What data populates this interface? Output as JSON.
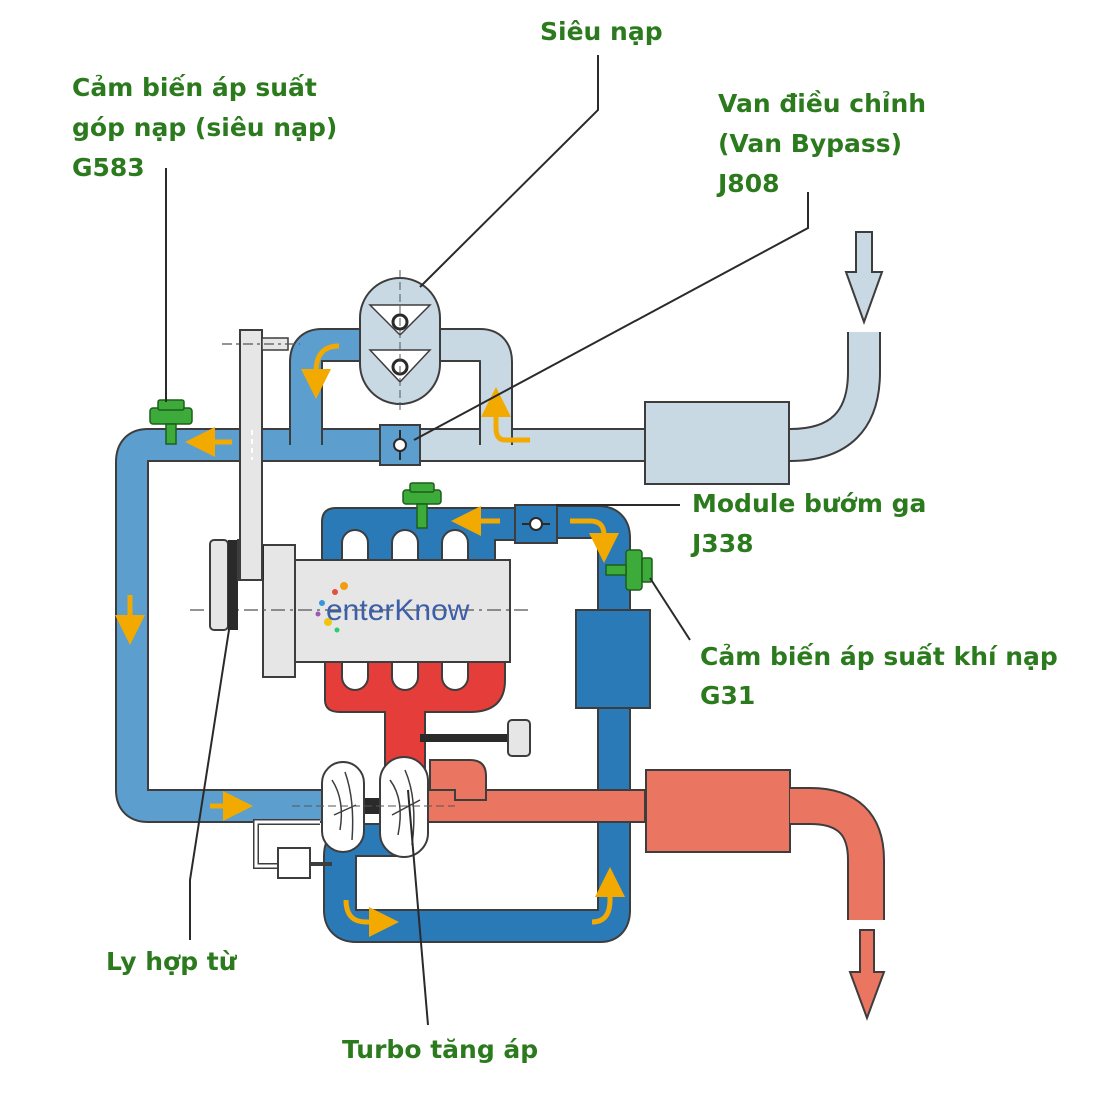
{
  "labels": {
    "supercharger": "Siêu nạp",
    "g583": [
      "Cảm biến áp suất",
      "góp nạp (siêu nạp)",
      "G583"
    ],
    "j808": [
      "Van điều chỉnh",
      "(Van Bypass)",
      "J808"
    ],
    "j338": [
      "Module bướm ga",
      "J338"
    ],
    "g31": [
      "Cảm biến áp suất khí nạp",
      "G31"
    ],
    "clutch": "Ly hợp từ",
    "turbo": "Turbo tăng áp"
  },
  "logo": {
    "text": "enterKnow"
  },
  "colors": {
    "label": "#2c7a1e",
    "charged_air": "#5c9fcf",
    "boost_air": "#2b7ab8",
    "fresh_air": "#c9d9e3",
    "exhaust_manifold": "#e53e3a",
    "exhaust_pipe": "#ea7560",
    "flow_arrow": "#f2a900",
    "sensor": "#3cab3a"
  }
}
